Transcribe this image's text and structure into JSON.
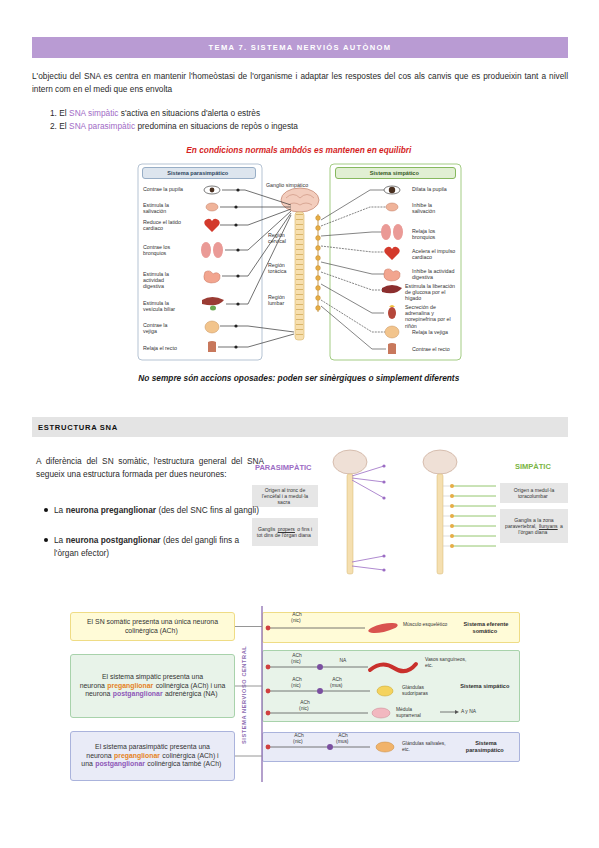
{
  "diagram": {
    "title": "TEMA 7. SISTEMA NERVIÓS AUTÒNOM",
    "nodes": [
      {
        "text": [
          "Sistema parasimpático"
        ]
      },
      {
        "text": [
          "Sistema simpático"
        ]
      },
      {
        "text": [
          "ESTRUCTURA SNA"
        ]
      },
      {
        "text": [
          "Origen al tronc de l'encèfal i a medul·la sacra"
        ]
      },
      {
        "text": [
          "Ganglis",
          "propers",
          "o fins i tot dins de l'òrgan diana"
        ]
      },
      {
        "text": [
          "Origen a medul·la toracolumbar"
        ]
      },
      {
        "text": [
          "Ganglis a la zona paravertebral,",
          "llunyans",
          "a l'òrgan diana"
        ]
      },
      {
        "text": [
          "El SN somàtic presenta una única neurona colinèrgica (ACh)"
        ]
      },
      {
        "text": [
          "El sistema simpàtic presenta una neurona",
          "preganglionar",
          "colinèrgica (ACh) i una neurona",
          "postganglionar",
          "adrenèrgica (NA)"
        ]
      },
      {
        "text": [
          "El sistema parasimpàtic presenta una neurona",
          "preganglionar",
          "colinèrgica (ACh) i una",
          "postganglionar",
          "colinèrgica també (ACh)"
        ]
      },
      {
        "text": [
          "Sistema eferente somático"
        ]
      },
      {
        "text": [
          "Sistema simpático"
        ]
      },
      {
        "text": [
          "Sistema parasimpático"
        ]
      }
    ],
    "edges": [
      {
        "from": 7,
        "to": 10,
        "arrow": "none"
      },
      {
        "from": 8,
        "to": 11,
        "arrow": "none"
      },
      {
        "from": 9,
        "to": 12,
        "arrow": "none"
      }
    ],
    "labels": [
      "L'objectiu del SNA es centra en mantenir l'homeòstasi de l'organisme i adaptar les respostes del cos als canvis que es produeixin tant a nivell intern com en el medi que ens envolta",
      "1.",
      "El",
      "SNA simpàtic",
      "s'activa en situacions d'alerta o estrès",
      "2.",
      "El",
      "SNA parasimpàtic",
      "predomina en situacions de repòs o ingesta",
      "En condicions normals ambdós es mantenen en equilibri",
      "Contrae la pupila",
      "Estimula la salivación",
      "Reduce el latido cardiaco",
      "Contrae los bronquios",
      "Estimula la actividad digestiva",
      "Estimula la vesícula biliar",
      "Contrae la vejiga",
      "Relaja el recto",
      "Ganglio simpático",
      "Región cervical",
      "Región torácica",
      "Región lumbar",
      "Dilata la pupila",
      "Inhibe la salivación",
      "Relaja los bronquios",
      "Acelera el impulso cardiaco",
      "Inhibe la actividad digestiva",
      "Estimula la liberación de glucosa por el hígado",
      "Secreción de adrenalina y norepinefrina por el riñón",
      "Relaja la vejiga",
      "Contrae el recto",
      "No sempre són accions oposades: poden ser sinèrgiques o simplement diferents",
      "A diferència del SN somàtic, l'estructura general del SNA segueix una estructura formada per dues neurones:",
      "La",
      "neurona preganglionar",
      "(des del SNC fins al gangli)",
      "La",
      "neurona postganglionar",
      "(des del gangli fins a l'òrgan efector)",
      "PARASIMPÀTIC",
      "SIMPÀTIC",
      "SISTEMA NERVIOSO CENTRAL",
      "ACh (nic)",
      "Músculo esquelético",
      "ACh (nic)",
      "NA",
      "Vasos sanguíneos, etc.",
      "ACh (nic)",
      "ACh (mus)",
      "Glándulas sudoríparas",
      "ACh (nic)",
      "Médula suprarrenal",
      "A y NA",
      "ACh (nic)",
      "ACh (mus)",
      "Glándulas salivales, etc."
    ]
  }
}
